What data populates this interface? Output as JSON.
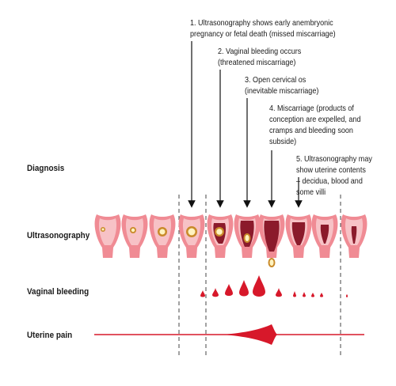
{
  "notes": [
    "1.  Ultrasonography shows early anembryonic\npregnancy or fetal death (missed miscarriage)",
    "2.  Vaginal bleeding occurs\n(threatened miscarriage)",
    "3.  Open cervical os\n(inevitable miscarriage)",
    "4.  Miscarriage (products of\nconception are expelled, and\ncramps and bleeding soon\nsubside)",
    "5.  Ultrasonography may\nshow uterine contents\n– decidua, blood and\nsome villi"
  ],
  "rows": {
    "diagnosis": "Diagnosis",
    "ultrasonography": "Ultrasonography",
    "bleeding": "Vaginal bleeding",
    "pain": "Uterine pain"
  },
  "colors": {
    "uterus_outer": "#f08b94",
    "uterus_inner": "#f7c2c6",
    "cavity": "#8b1a2b",
    "sac": "#c98a2a",
    "blood": "#d7182a",
    "dashed": "#444444"
  }
}
